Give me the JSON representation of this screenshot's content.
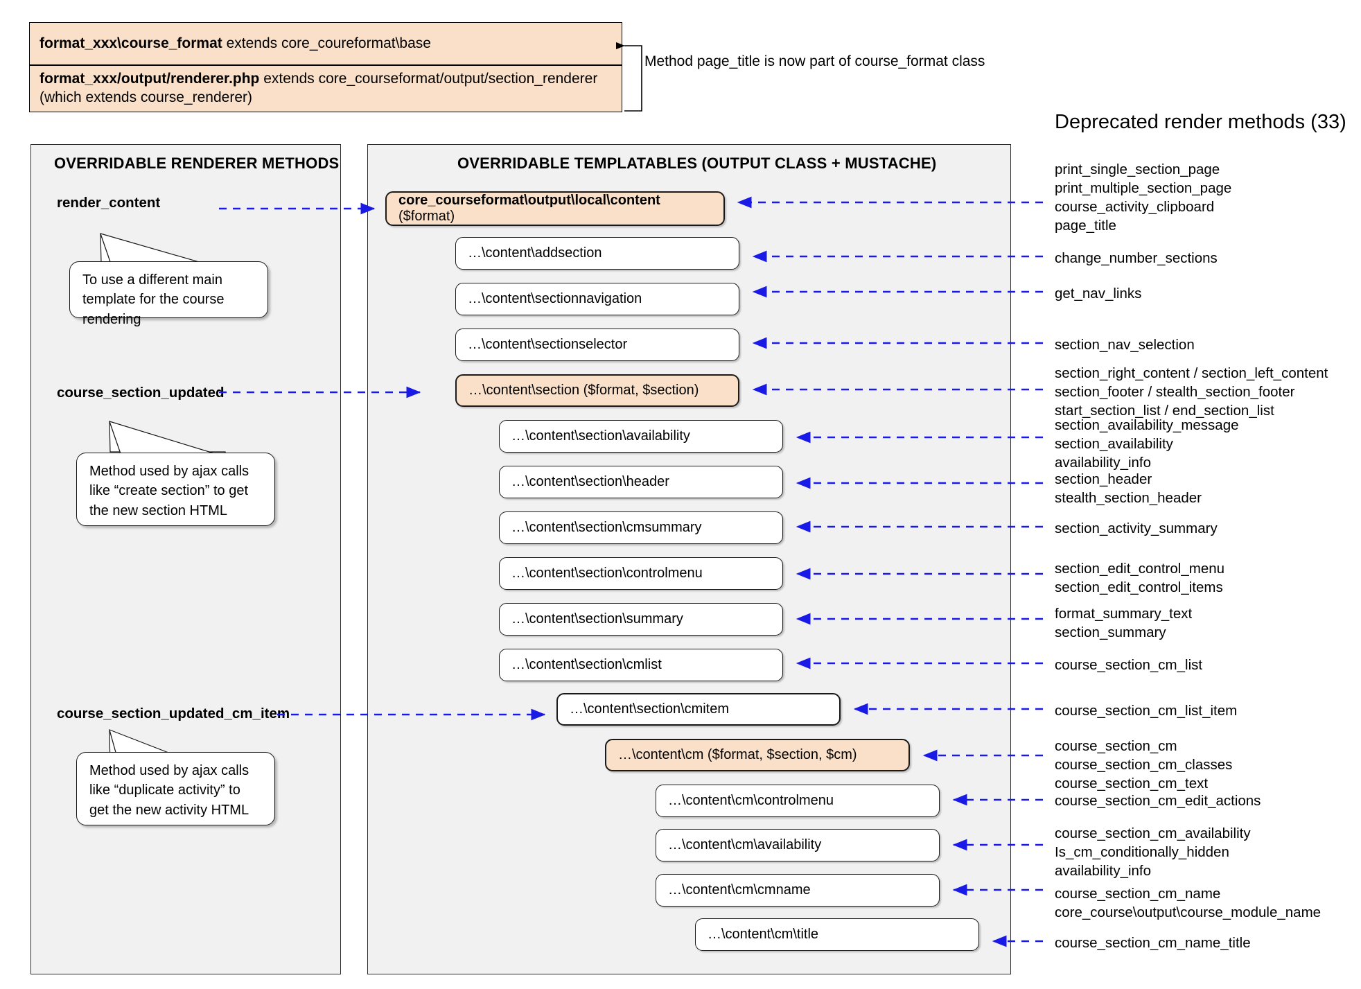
{
  "header": {
    "box1_bold": "format_xxx\\course_format",
    "box1_rest": " extends core_coureformat\\base",
    "box2_bold": "format_xxx/output/renderer.php",
    "box2_rest": " extends core_courseformat/output/section_renderer (which extends course_renderer)",
    "note": "Method page_title is now part of course_format class"
  },
  "left_panel": {
    "title": "OVERRIDABLE RENDERER METHODS",
    "methods": [
      {
        "name": "render_content",
        "note": "To use a different main template for the course rendering"
      },
      {
        "name": "course_section_updated",
        "note": "Method used by ajax calls like “create section” to get the new section HTML"
      },
      {
        "name": "course_section_updated_cm_item",
        "note": "Method used by ajax calls like “duplicate activity” to get the new activity HTML"
      }
    ]
  },
  "center_panel": {
    "title": "OVERRIDABLE TEMPLATABLES (OUTPUT CLASS + MUSTACHE)",
    "items": [
      {
        "bold": "core_courseformat\\output\\local\\content",
        "rest": " ($format)",
        "highlight": true
      },
      {
        "bold": "",
        "rest": "…\\content\\addsection",
        "highlight": false
      },
      {
        "bold": "",
        "rest": "…\\content\\sectionnavigation",
        "highlight": false
      },
      {
        "bold": "",
        "rest": "…\\content\\sectionselector",
        "highlight": false
      },
      {
        "bold": "",
        "rest": "…\\content\\section ($format, $section)",
        "highlight": true
      },
      {
        "bold": "",
        "rest": "…\\content\\section\\availability",
        "highlight": false
      },
      {
        "bold": "",
        "rest": "…\\content\\section\\header",
        "highlight": false
      },
      {
        "bold": "",
        "rest": "…\\content\\section\\cmsummary",
        "highlight": false
      },
      {
        "bold": "",
        "rest": "…\\content\\section\\controlmenu",
        "highlight": false
      },
      {
        "bold": "",
        "rest": "…\\content\\section\\summary",
        "highlight": false
      },
      {
        "bold": "",
        "rest": "…\\content\\section\\cmlist",
        "highlight": false
      },
      {
        "bold": "",
        "rest": "…\\content\\section\\cmitem",
        "highlight": false
      },
      {
        "bold": "",
        "rest": "…\\content\\cm ($format, $section, $cm)",
        "highlight": true
      },
      {
        "bold": "",
        "rest": "…\\content\\cm\\controlmenu",
        "highlight": false
      },
      {
        "bold": "",
        "rest": "…\\content\\cm\\availability",
        "highlight": false
      },
      {
        "bold": "",
        "rest": "…\\content\\cm\\cmname",
        "highlight": false
      },
      {
        "bold": "",
        "rest": "…\\content\\cm\\title",
        "highlight": false
      }
    ]
  },
  "right_panel": {
    "title": "Deprecated render methods (33)",
    "groups": [
      {
        "lines": [
          "print_single_section_page",
          "print_multiple_section_page",
          "course_activity_clipboard",
          "page_title"
        ]
      },
      {
        "lines": [
          "change_number_sections"
        ]
      },
      {
        "lines": [
          "get_nav_links"
        ]
      },
      {
        "lines": [
          "section_nav_selection"
        ]
      },
      {
        "lines": [
          "section_right_content / section_left_content",
          "section_footer / stealth_section_footer",
          "start_section_list / end_section_list"
        ]
      },
      {
        "lines": [
          "section_availability_message",
          "section_availability",
          "availability_info"
        ]
      },
      {
        "lines": [
          "section_header",
          "stealth_section_header"
        ]
      },
      {
        "lines": [
          "section_activity_summary"
        ]
      },
      {
        "lines": [
          "section_edit_control_menu",
          "section_edit_control_items"
        ]
      },
      {
        "lines": [
          "format_summary_text",
          "section_summary"
        ]
      },
      {
        "lines": [
          "course_section_cm_list"
        ]
      },
      {
        "lines": [
          "course_section_cm_list_item"
        ]
      },
      {
        "lines": [
          "course_section_cm",
          "course_section_cm_classes",
          "course_section_cm_text"
        ]
      },
      {
        "lines": [
          "course_section_cm_edit_actions"
        ]
      },
      {
        "lines": [
          "course_section_cm_availability",
          "Is_cm_conditionally_hidden",
          "availability_info"
        ]
      },
      {
        "lines": [
          "course_section_cm_name",
          "core_course\\output\\course_module_name"
        ]
      },
      {
        "lines": [
          "course_section_cm_name_title"
        ]
      }
    ]
  },
  "colors": {
    "highlight_fill": "#fae0c8",
    "panel_fill": "#f1f1f1",
    "wire": "#1a1ae6"
  }
}
